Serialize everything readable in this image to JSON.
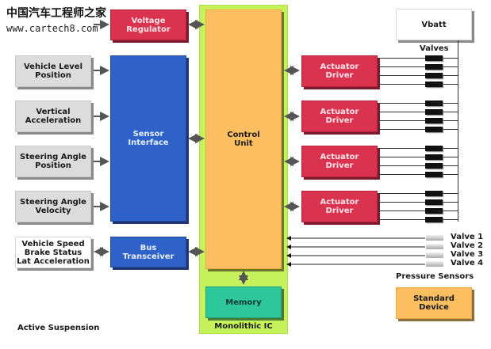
{
  "watermark": {
    "title": "中国汽车工程师之家",
    "url": "www.cartech8.com"
  },
  "caption": "Active Suspension",
  "colors": {
    "sensor_box": "#dcdcdc",
    "interface_blue": "#2f62c9",
    "actuator_red": "#d9334f",
    "control_orange": "#fbbf62",
    "memory_teal": "#2dc79a",
    "ic_green": "#c5f25a",
    "arrow_gray": "#555555"
  },
  "inputs": [
    {
      "label": "Vehicle Level\nPosition"
    },
    {
      "label": "Vertical\nAcceleration"
    },
    {
      "label": "Steering Angle\nPosition"
    },
    {
      "label": "Steering Angle\nVelocity"
    }
  ],
  "bus_inputs": {
    "label": "Vehicle Speed\nBrake Status\nLat Acceleration"
  },
  "blocks": {
    "voltage_regulator": "Voltage\nRegulator",
    "sensor_interface": "Sensor\nInterface",
    "bus_transceiver": "Bus\nTransceiver",
    "control_unit": "Control\nUnit",
    "memory": "Memory",
    "monolithic_ic": "Monolithic IC",
    "vbatt": "Vbatt",
    "standard_device": "Standard\nDevice"
  },
  "actuator_drivers": [
    {
      "label": "Actuator\nDriver"
    },
    {
      "label": "Actuator\nDriver"
    },
    {
      "label": "Actuator\nDriver"
    },
    {
      "label": "Actuator\nDriver"
    }
  ],
  "valves_label": "Valves",
  "pressure_sensors": {
    "title": "Pressure Sensors",
    "items": [
      "Valve 1",
      "Valve 2",
      "Valve 3",
      "Valve 4"
    ]
  }
}
